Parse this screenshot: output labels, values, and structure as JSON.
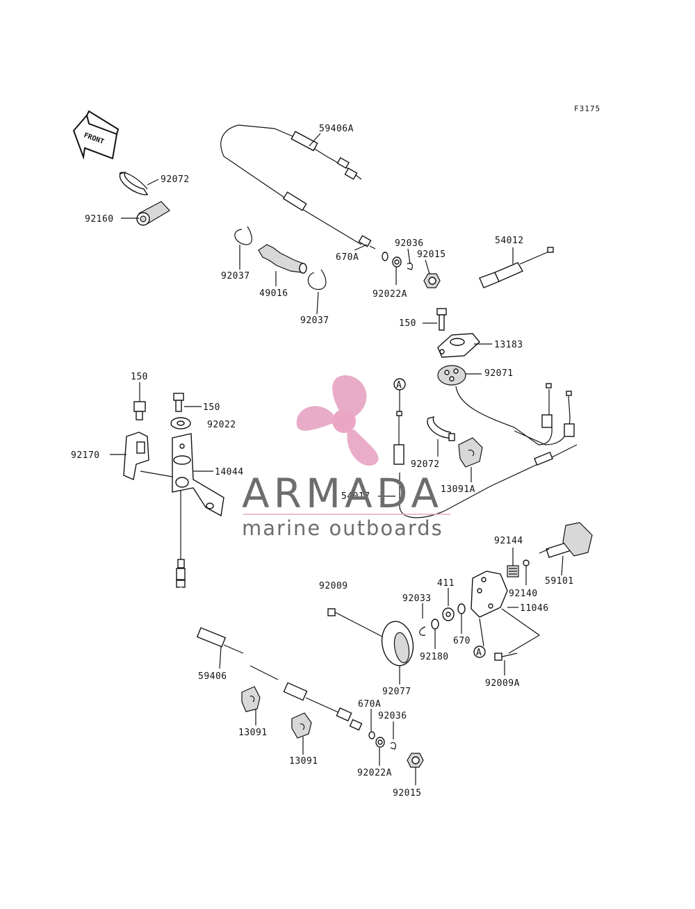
{
  "figure_code": "F3175",
  "front_label": "FRONT",
  "watermark": {
    "brand": "ARMADA",
    "tagline": "marine outboards",
    "brand_color": "#6d6d6d",
    "logo_color": "#e7a6c4",
    "logo_hub_color": "#ea9fc0"
  },
  "callouts": {
    "c59406A": "59406A",
    "c92072_top": "92072",
    "c92160": "92160",
    "c670A_top": "670A",
    "c92036_top": "92036",
    "c92015_top": "92015",
    "c92022A_top": "92022A",
    "c92037_a": "92037",
    "c49016": "49016",
    "c92037_b": "92037",
    "c54012": "54012",
    "c150_right": "150",
    "c13183": "13183",
    "c92071": "92071",
    "c150_a": "150",
    "c150_b": "150",
    "c92022": "92022",
    "c92170": "92170",
    "c14044": "14044",
    "c92072_mid": "92072",
    "c13091A": "13091A",
    "c54017": "54017",
    "c92144": "92144",
    "c59101": "59101",
    "c92140": "92140",
    "c411": "411",
    "c92009": "92009",
    "c92033": "92033",
    "c11046": "11046",
    "c670": "670",
    "c92180": "92180",
    "c92009A": "92009A",
    "c92077": "92077",
    "c59406": "59406",
    "c670A_bot": "670A",
    "c92036_bot": "92036",
    "c13091_a": "13091",
    "c13091_b": "13091",
    "c92022A_bot": "92022A",
    "c92015_bot": "92015",
    "ref_A1": "A",
    "ref_A2": "A"
  }
}
